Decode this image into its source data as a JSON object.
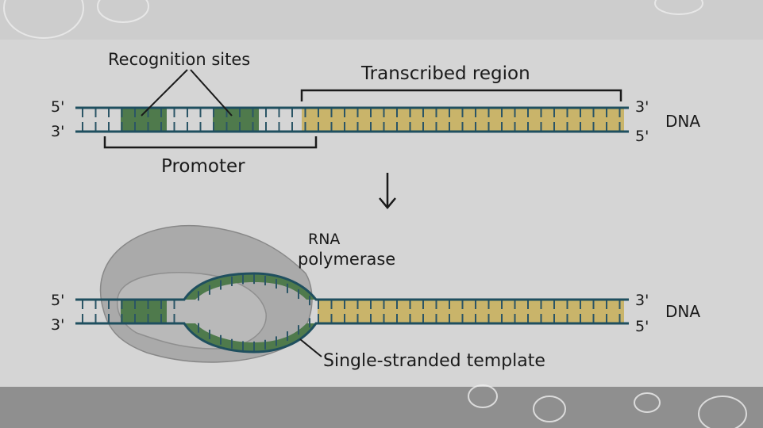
{
  "labels": {
    "recognition_sites": "Recognition sites",
    "transcribed_region": "Transcribed region",
    "promoter": "Promoter",
    "dna": "DNA",
    "rna_polymerase_line1": "RNA",
    "rna_polymerase_line2": "polymerase",
    "single_stranded_template": "Single-stranded template",
    "five_prime": "5'",
    "three_prime": "3'"
  },
  "colors": {
    "strand": "#1f4f5f",
    "site_green": "#4f7a4c",
    "transcribed_tan": "#c9b46a",
    "rung": "#2b5566",
    "polymerase_fill": "#a9a9a9",
    "polymerase_inner": "#b8b8b8",
    "background": "#d3d3d3",
    "band_bottom": "#8e8e8e"
  },
  "icons": {
    "arrow": "down-arrow-icon"
  }
}
